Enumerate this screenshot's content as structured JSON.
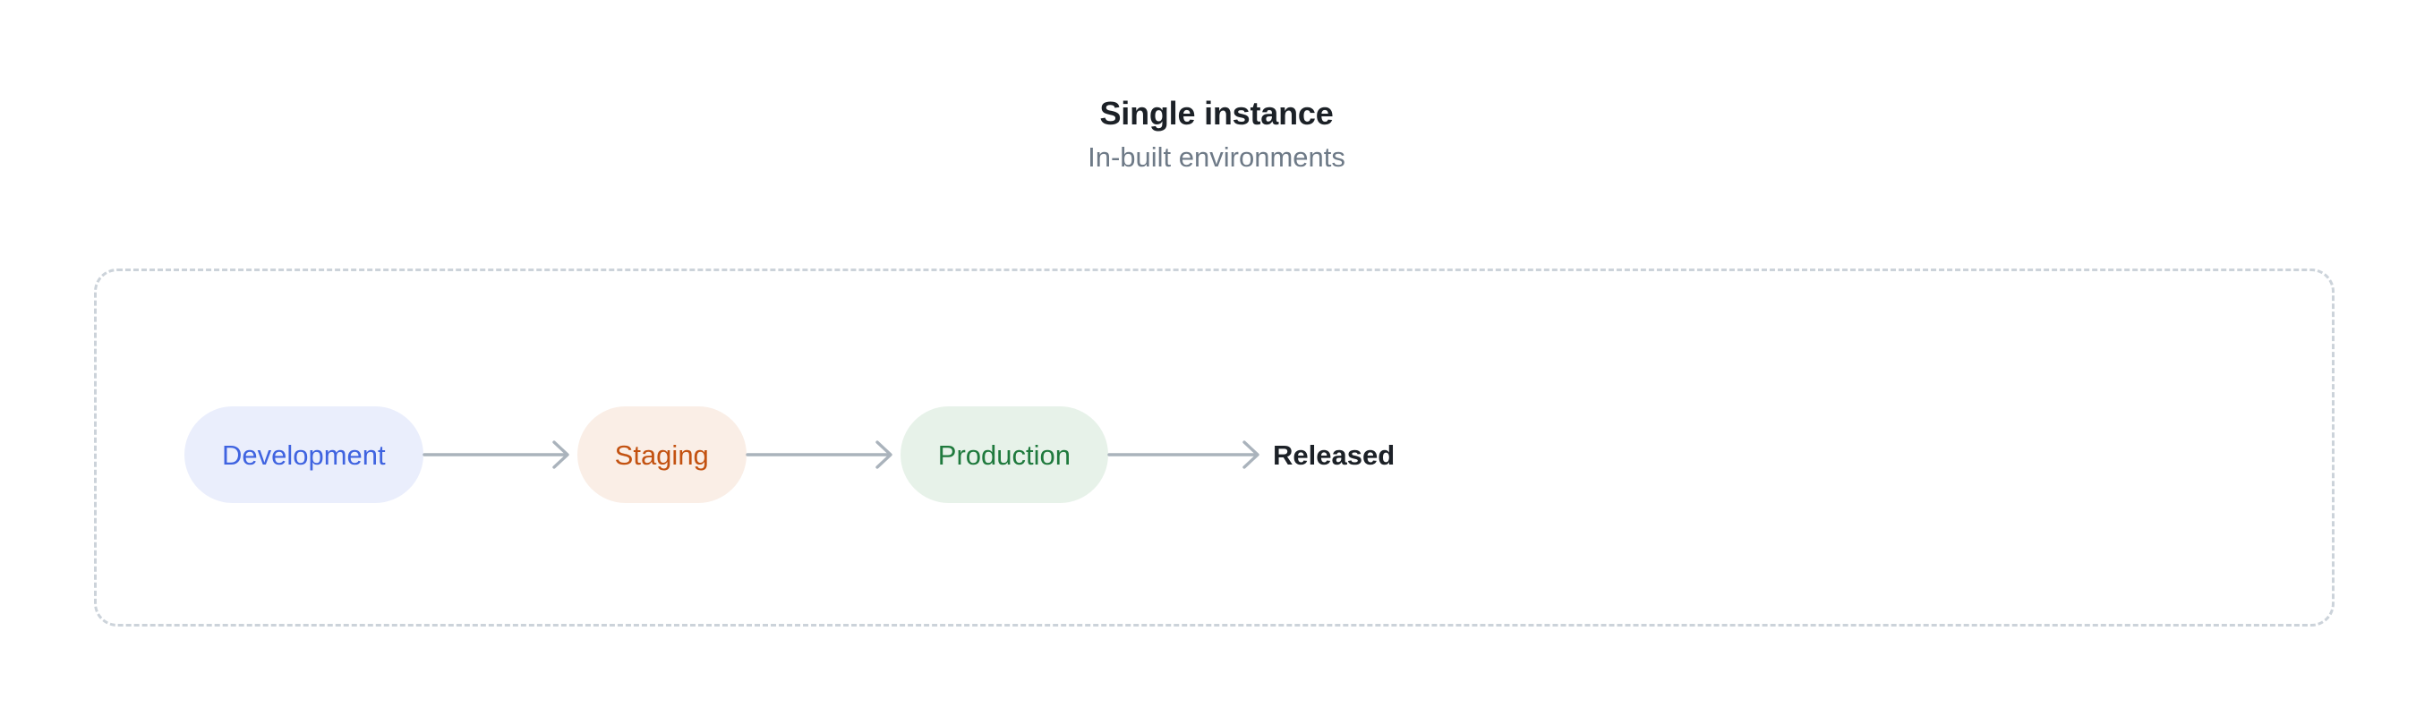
{
  "header": {
    "title": "Single instance",
    "subtitle": "In-built environments"
  },
  "flow": {
    "container_label": "environment-pipeline",
    "arrow_icon_name": "arrow-right-icon",
    "arrow_color": "#aab3bc",
    "border_color": "#ccd3da",
    "stages": [
      {
        "label": "Development",
        "text_color": "#3f63e0",
        "background_color": "#eaeefc",
        "has_pill": true
      },
      {
        "label": "Staging",
        "text_color": "#c35211",
        "background_color": "#faeee6",
        "has_pill": true
      },
      {
        "label": "Production",
        "text_color": "#1f7a3d",
        "background_color": "#e7f2e9",
        "has_pill": true
      },
      {
        "label": "Released",
        "text_color": "#1c2127",
        "background_color": "transparent",
        "has_pill": false
      }
    ],
    "connectors": [
      {
        "width": 172
      },
      {
        "width": 172
      },
      {
        "width": 178
      }
    ]
  }
}
